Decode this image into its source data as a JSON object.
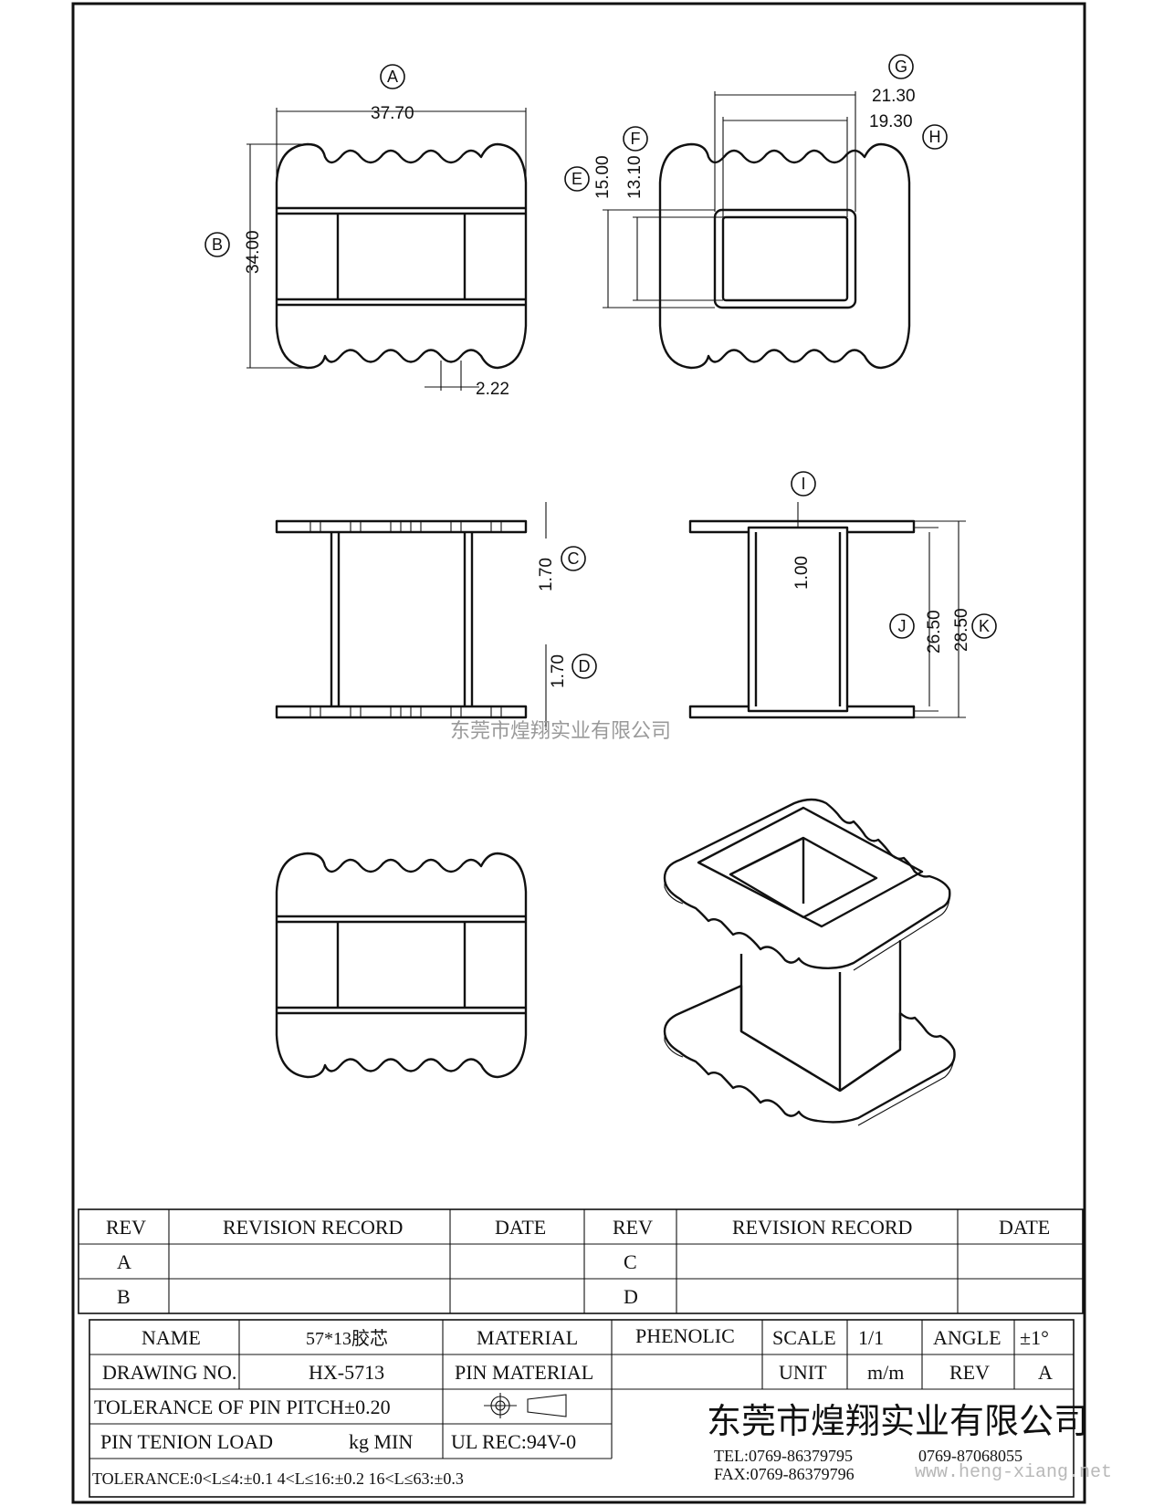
{
  "watermark": "东莞市煌翔实业有限公司",
  "website": "www.heng-xiang.net",
  "dimensions": {
    "A": "37.70",
    "B": "34.00",
    "pitch": "2.22",
    "G": "21.30",
    "H": "19.30",
    "E": "15.00",
    "F": "13.10",
    "C": "1.70",
    "D": "1.70",
    "I": "1.00",
    "J": "26.50",
    "K": "28.50"
  },
  "callouts": {
    "A": "A",
    "B": "B",
    "C": "C",
    "D": "D",
    "E": "E",
    "F": "F",
    "G": "G",
    "H": "H",
    "I": "I",
    "J": "J",
    "K": "K"
  },
  "revision_table": {
    "headers": [
      "REV",
      "REVISION RECORD",
      "DATE",
      "REV",
      "REVISION RECORD",
      "DATE"
    ],
    "rows": [
      [
        "A",
        "",
        "",
        "C",
        "",
        ""
      ],
      [
        "B",
        "",
        "",
        "D",
        "",
        ""
      ]
    ]
  },
  "title_block": {
    "name_label": "NAME",
    "name_value": "57*13胶芯",
    "material_label": "MATERIAL",
    "material_value": "PHENOLIC",
    "scale_label": "SCALE",
    "scale_value": "1/1",
    "angle_label": "ANGLE",
    "angle_value": "±1°",
    "drawing_no_label": "DRAWING NO.",
    "drawing_no_value": "HX-5713",
    "pin_material_label": "PIN MATERIAL",
    "unit_label": "UNIT",
    "unit_value": "m/m",
    "rev_label": "REV",
    "rev_value": "A",
    "tolerance_pin_pitch": "TOLERANCE OF PIN PITCH±0.20",
    "pin_tenion_label": "PIN TENION LOAD",
    "pin_tenion_unit": "kg MIN",
    "ul_rec": "UL REC:94V-0",
    "tolerance_general": "TOLERANCE:0<L≤4:±0.1  4<L≤16:±0.2  16<L≤63:±0.3",
    "company": "东莞市煌翔实业有限公司",
    "tel": "TEL:0769-86379795",
    "tel2": "0769-87068055",
    "fax": "FAX:0769-86379796"
  }
}
